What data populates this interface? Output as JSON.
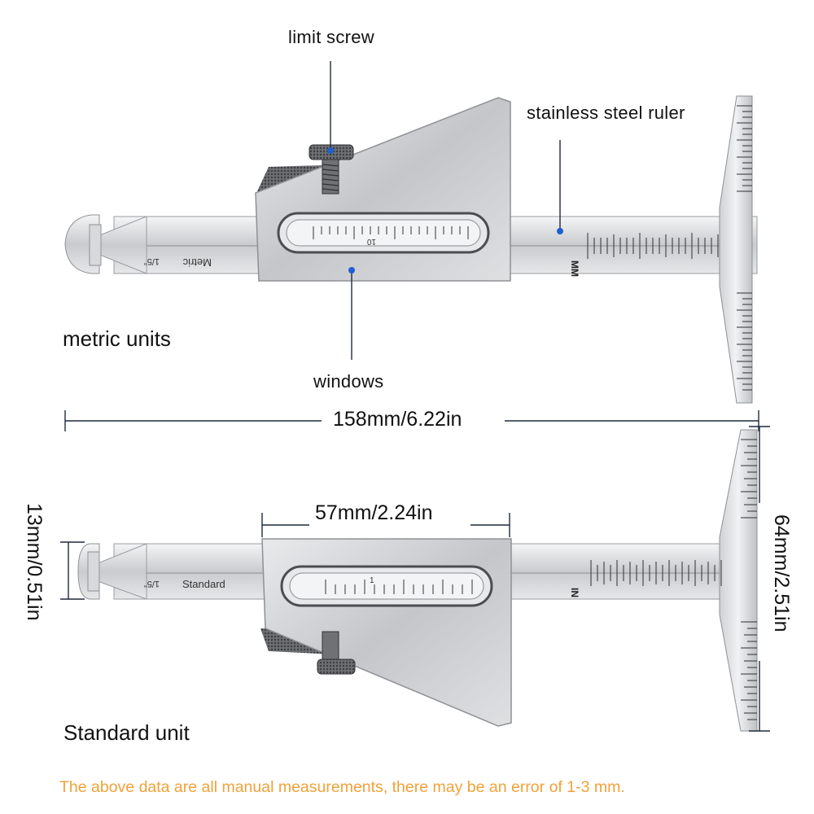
{
  "labels": {
    "limit_screw": "limit screw",
    "stainless_steel_ruler": "stainless steel ruler",
    "windows": "windows",
    "metric_units": "metric units",
    "standard_unit": "Standard unit"
  },
  "dimensions": {
    "overall_length": "158mm/6.22in",
    "body_width": "57mm/2.24in",
    "head_height": "13mm/0.51in",
    "ruler_height": "64mm/2.51in"
  },
  "engravings": {
    "metric_name": "Metric",
    "metric_unit": "MM",
    "standard_name": "Standard",
    "standard_unit": "IN",
    "fraction": "1/5\"",
    "window_mark_top": "10",
    "window_mark_bottom": "1"
  },
  "footer_note": "The above data are all manual measurements, there may be an error of 1-3 mm.",
  "colors": {
    "accent_dot": "#1f5fd1",
    "note_text": "#f0a23a",
    "dimension_line": "#1e2a3a"
  }
}
